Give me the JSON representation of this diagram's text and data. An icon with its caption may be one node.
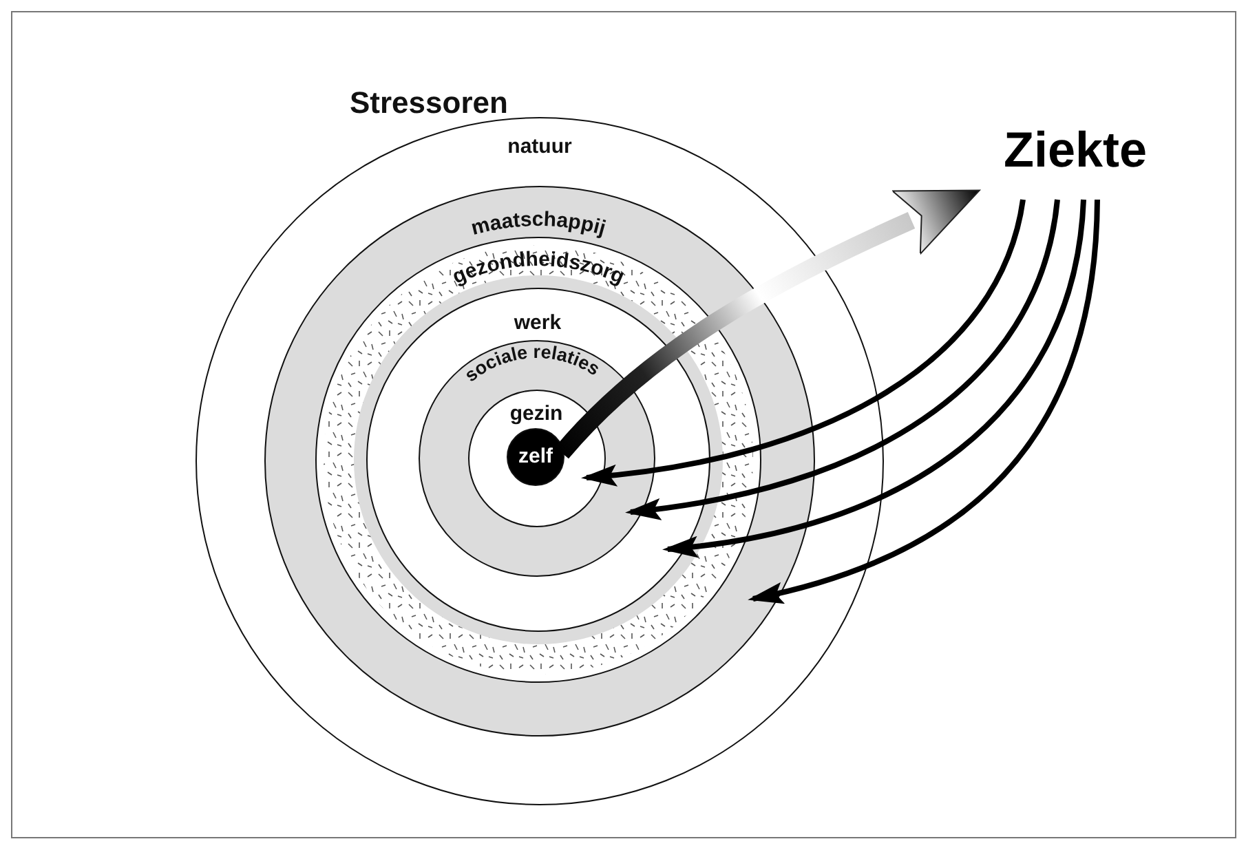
{
  "diagram": {
    "title": "Stressoren",
    "nodes": [
      {
        "text": [
          "natuur"
        ]
      },
      {
        "text": [
          "maatschappij"
        ],
        "in": 0
      },
      {
        "text": [
          "gezondheidszorg"
        ],
        "in": 1
      },
      {
        "text": [
          "werk"
        ],
        "in": 2
      },
      {
        "text": [
          "sociale relaties"
        ],
        "in": 3
      },
      {
        "text": [
          "gezin"
        ],
        "in": 4
      },
      {
        "text": [
          "zelf"
        ],
        "in": 5
      },
      {
        "text": [
          "Ziekte"
        ]
      }
    ],
    "edges": [
      {
        "from": 6,
        "to": 7,
        "arrow": "to",
        "style": "thick"
      },
      {
        "from": 7,
        "to": 6,
        "arrow": "to"
      },
      {
        "from": 7,
        "to": 4,
        "arrow": "to"
      },
      {
        "from": 7,
        "to": 3,
        "arrow": "to"
      },
      {
        "from": 7,
        "to": 1,
        "arrow": "to"
      }
    ]
  }
}
